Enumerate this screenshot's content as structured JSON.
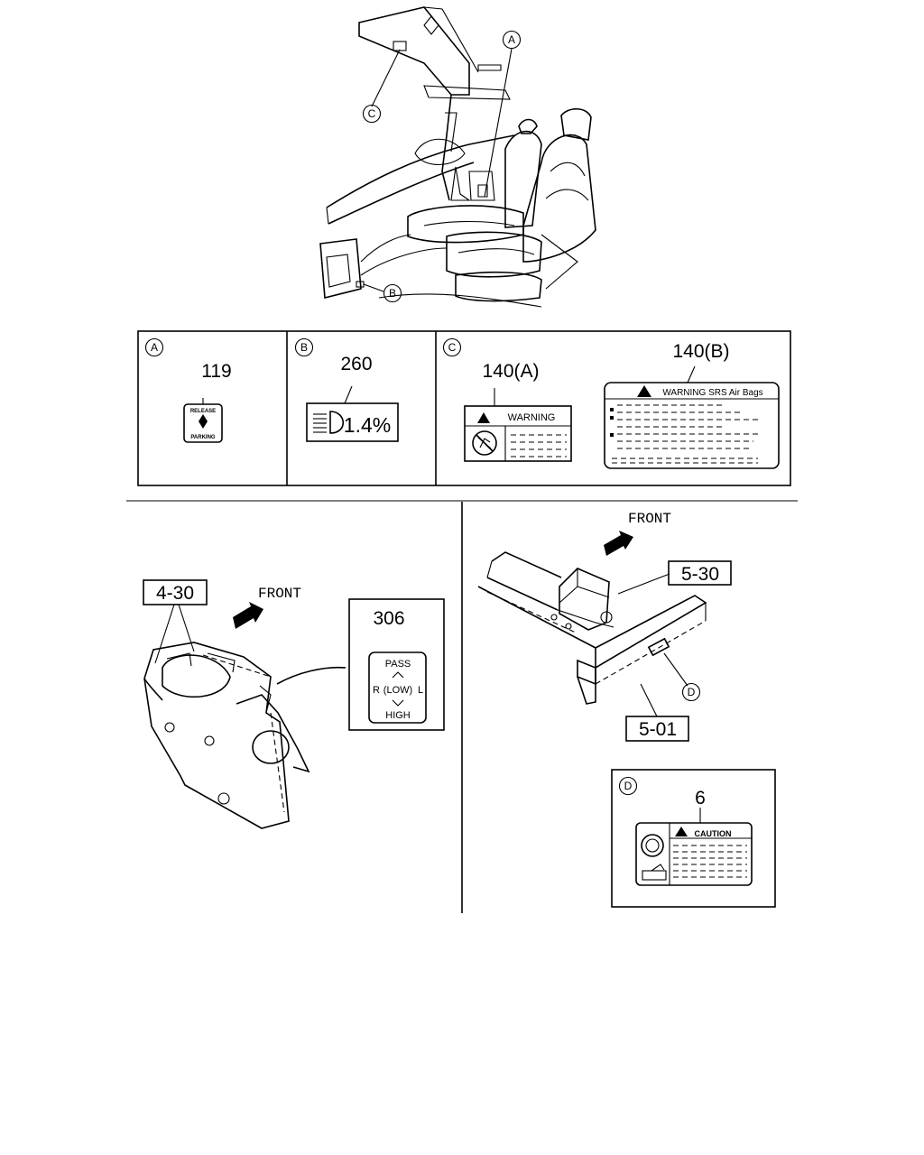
{
  "top_view": {
    "callout_a": "A",
    "callout_b": "B",
    "callout_c": "C"
  },
  "label_table": {
    "cell_a": {
      "letter": "A",
      "part_number": "119",
      "label_line_1": "RELEASE",
      "label_line_2": "PARKING"
    },
    "cell_b": {
      "letter": "B",
      "part_number": "260",
      "label_value": "1.4%"
    },
    "cell_c": {
      "letter": "C",
      "part_a_number": "140(A)",
      "part_a_header": "WARNING",
      "part_b_number": "140(B)",
      "part_b_header": "WARNING SRS Air Bags"
    }
  },
  "left_detail": {
    "part_ref": "4-30",
    "direction": "FRONT",
    "label_number": "306",
    "label_top": "PASS",
    "label_mid_left": "R",
    "label_mid": "(LOW)",
    "label_mid_right": "L",
    "label_bottom": "HIGH"
  },
  "right_detail": {
    "direction": "FRONT",
    "part_ref_upper": "5-30",
    "part_ref_lower": "5-01",
    "callout_d": "D",
    "detail_box": {
      "letter": "D",
      "part_number": "6",
      "header": "CAUTION"
    }
  }
}
